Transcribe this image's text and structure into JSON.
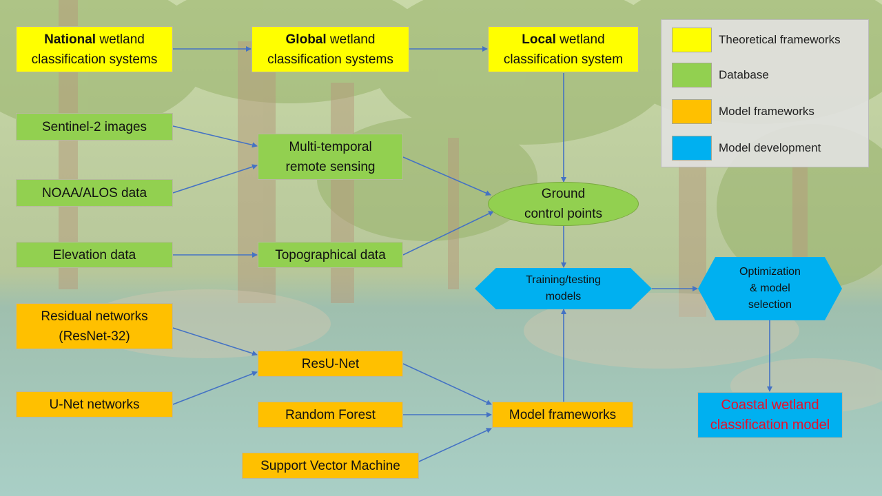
{
  "colors": {
    "theoretical": "#ffff00",
    "database": "#92d050",
    "model_frameworks": "#ffc000",
    "model_development": "#00b0f0",
    "arrow": "#4472c4",
    "final_text": "#e8102a"
  },
  "nodes": {
    "national": {
      "bold": "National",
      "rest": " wetland",
      "line2": "classification systems"
    },
    "global": {
      "bold": "Global",
      "rest": " wetland",
      "line2": "classification systems"
    },
    "local": {
      "bold": "Local",
      "rest": " wetland",
      "line2": "classification system"
    },
    "sentinel": "Sentinel-2 images",
    "noaa": "NOAA/ALOS data",
    "elevation": "Elevation data",
    "multitemporal": {
      "line1": "Multi-temporal",
      "line2": "remote sensing"
    },
    "topographical": "Topographical data",
    "gcp": {
      "line1": "Ground",
      "line2": "control points"
    },
    "residual": {
      "line1": "Residual networks",
      "line2": "(ResNet-32)"
    },
    "unet": "U-Net networks",
    "resunet": "ResU-Net",
    "randomforest": "Random Forest",
    "svm": "Support Vector Machine",
    "modelframeworks": "Model frameworks",
    "training": {
      "line1": "Training/testing",
      "line2": "models"
    },
    "optimization": {
      "line1": "Optimization",
      "line2": "& model",
      "line3": "selection"
    },
    "coastal": {
      "line1": "Coastal wetland",
      "line2": "classification model"
    }
  },
  "legend": [
    {
      "label": "Theoretical frameworks",
      "color": "#ffff00"
    },
    {
      "label": "Database",
      "color": "#92d050"
    },
    {
      "label": "Model frameworks",
      "color": "#ffc000"
    },
    {
      "label": "Model development",
      "color": "#00b0f0"
    }
  ]
}
